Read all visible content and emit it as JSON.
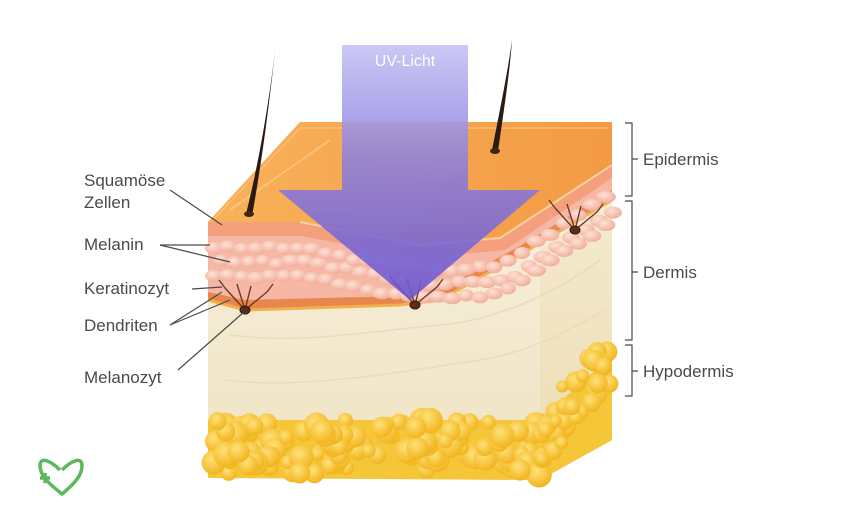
{
  "uv_label": "UV-Licht",
  "left_labels": {
    "squamous_1": "Squamöse",
    "squamous_2": "Zellen",
    "melanin": "Melanin",
    "keratinocyte": "Keratinozyt",
    "dendrites": "Dendriten",
    "melanocyte": "Melanozyt"
  },
  "right_labels": {
    "epidermis": "Epidermis",
    "dermis": "Dermis",
    "hypodermis": "Hypodermis"
  },
  "colors": {
    "uv_beam": "#7b6fdc",
    "epidermis_top": "#f5a04a",
    "skin_pink": "#f6b9a8",
    "dermis": "#f3ead2",
    "fat": "#f6c12a",
    "logo": "#5cb85c",
    "text": "#4a4a4a"
  },
  "icons": {
    "logo": "heart-plus-icon"
  }
}
